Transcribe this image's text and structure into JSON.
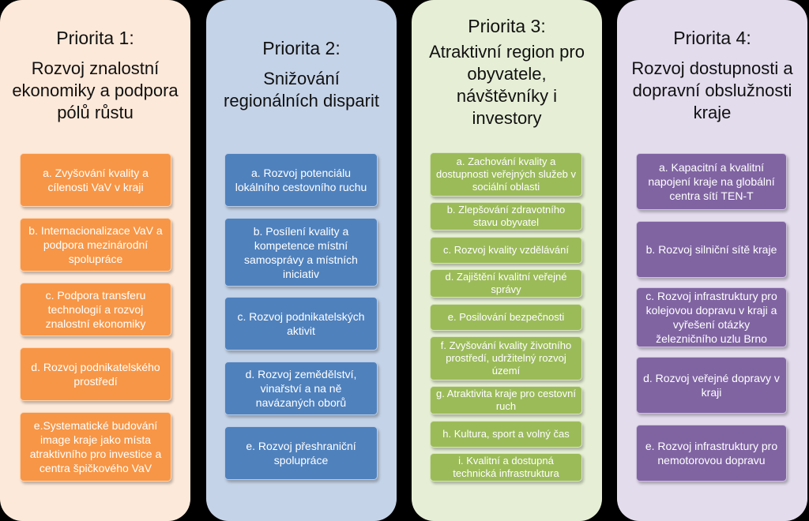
{
  "columns": [
    {
      "number": "Priorita 1:",
      "name": "Rozvoj znalostní ekonomiky a podpora pólů růstu",
      "items": [
        "a. Zvyšování kvality a cílenosti VaV v kraji",
        "b. Internacionalizace VaV a podpora mezinárodní spolupráce",
        "c. Podpora transferu technologií a rozvoj znalostní ekonomiky",
        "d. Rozvoj podnikatelského prostředí",
        "e.Systematické budování image kraje jako místa atraktivního pro investice a centra špičkového VaV"
      ]
    },
    {
      "number": "Priorita 2:",
      "name": "Snižování regionálních disparit",
      "items": [
        "a. Rozvoj potenciálu lokálního cestovního ruchu",
        "b. Posílení kvality a kompetence místní samosprávy a místních iniciativ",
        "c. Rozvoj podnikatelských aktivit",
        "d. Rozvoj zemědělství, vinařství a na ně navázaných oborů",
        "e. Rozvoj přeshraniční spolupráce"
      ]
    },
    {
      "number": "Priorita 3:",
      "name": "Atraktivní region pro obyvatele, návštěvníky i investory",
      "items": [
        "a. Zachování kvality a dostupnosti veřejných služeb v sociální oblasti",
        "b. Zlepšování zdravotního stavu obyvatel",
        "c. Rozvoj kvality vzdělávání",
        "d. Zajištění kvalitní veřejné správy",
        "e. Posilování bezpečnosti",
        "f. Zvyšování kvality životního prostředí, udržitelný rozvoj území",
        "g. Atraktivita kraje pro cestovní ruch",
        "h. Kultura, sport a volný čas",
        "i. Kvalitní a dostupná technická infrastruktura"
      ]
    },
    {
      "number": "Priorita 4:",
      "name": "Rozvoj dostupnosti a dopravní obslužnosti kraje",
      "items": [
        "a. Kapacitní a kvalitní napojení kraje na globální centra sítí TEN-T",
        "b. Rozvoj silniční sítě kraje",
        "c. Rozvoj infrastruktury pro kolejovou dopravu v kraji a vyřešení otázky železničního uzlu Brno",
        "d. Rozvoj veřejné dopravy v kraji",
        "e. Rozvoj infrastruktury pro nemotorovou dopravu"
      ]
    }
  ],
  "colors": {
    "priority1_panel": "#fde9d9",
    "priority1_box": "#f79646",
    "priority2_panel": "#c5d3e8",
    "priority2_box": "#4f81bd",
    "priority3_panel": "#e6efd6",
    "priority3_box": "#9bbb59",
    "priority4_panel": "#e3dced",
    "priority4_box": "#8064a2"
  }
}
